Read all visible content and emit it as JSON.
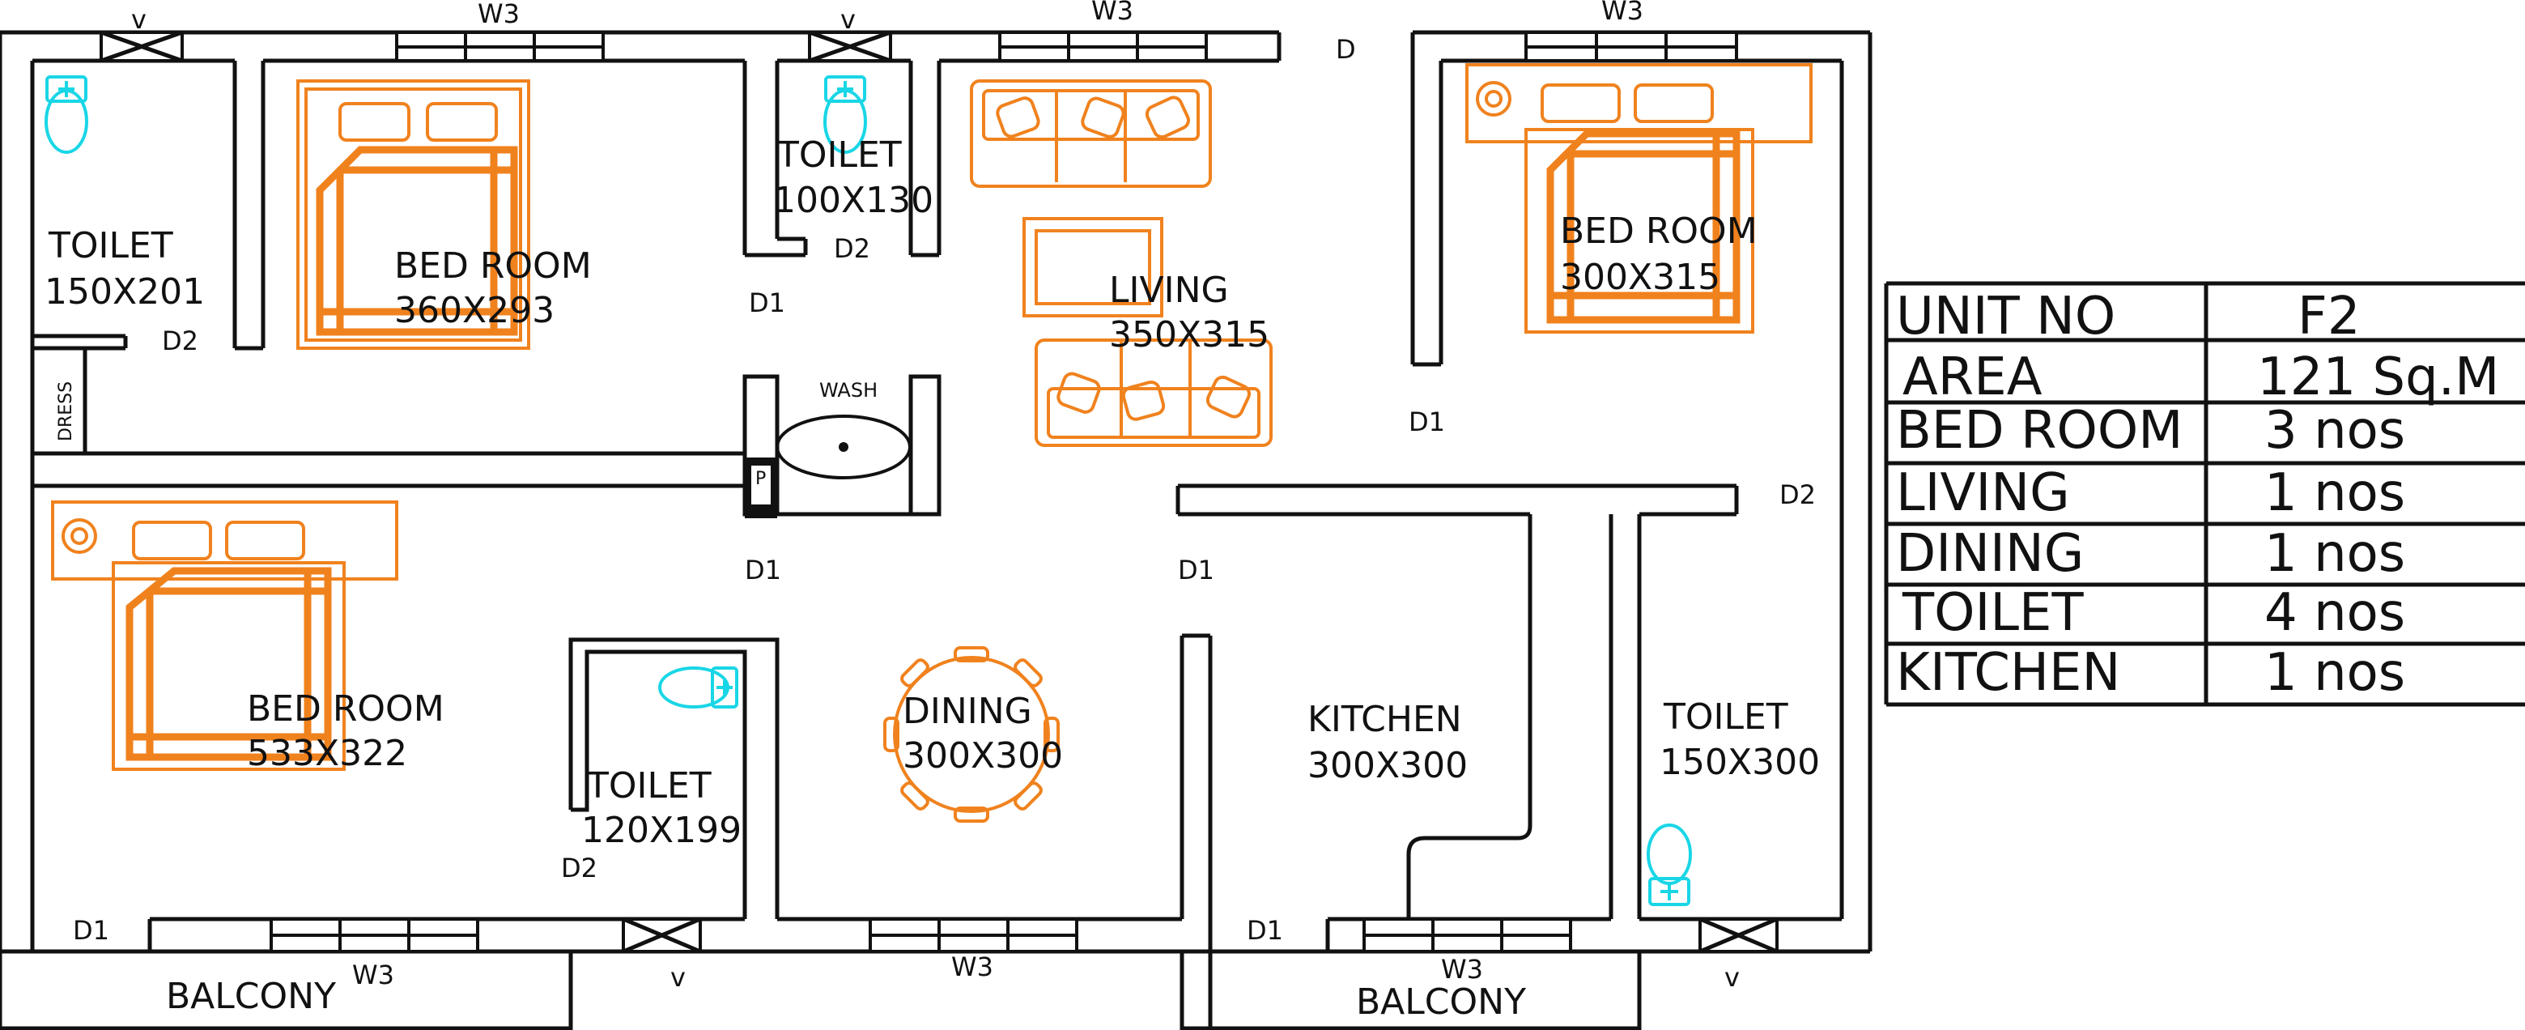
{
  "rooms": {
    "toilet_1": {
      "name": "TOILET",
      "size": "150X201"
    },
    "bed_1": {
      "name": "BED ROOM",
      "size": "360X293"
    },
    "toilet_2": {
      "name": "TOILET",
      "size": "100X130"
    },
    "living": {
      "name": "LIVING",
      "size": "350X315"
    },
    "bed_2": {
      "name": "BED ROOM",
      "size": "300X315"
    },
    "bed_3": {
      "name": "BED ROOM",
      "size": "533X322"
    },
    "toilet_3": {
      "name": "TOILET",
      "size": "120X199"
    },
    "dining": {
      "name": "DINING",
      "size": "300X300"
    },
    "kitchen": {
      "name": "KITCHEN",
      "size": "300X300"
    },
    "toilet_4": {
      "name": "TOILET",
      "size": "150X300"
    },
    "balcony_1": {
      "name": "BALCONY"
    },
    "balcony_2": {
      "name": "BALCONY"
    }
  },
  "small_labels": {
    "dress": "DRESS",
    "wash": "WASH",
    "pillar": "P"
  },
  "marks": {
    "v_top_left": "v",
    "w3_top_1": "W3",
    "v_top_mid": "v",
    "w3_top_2": "W3",
    "d_top": "D",
    "w3_top_3": "W3",
    "d2_toilet1": "D2",
    "d2_toilet2": "D2",
    "d1_bed1": "D1",
    "d1_bed2": "D1",
    "d2_right": "D2",
    "d1_bed3": "D1",
    "d1_kitchen": "D1",
    "d2_toilet3": "D2",
    "d1_balcony_left": "D1",
    "d1_balcony_right": "D1",
    "w3_bottom_1": "W3",
    "v_bottom_1": "v",
    "w3_bottom_2": "W3",
    "w3_bottom_3": "W3",
    "v_bottom_2": "v"
  },
  "summary": {
    "rows": [
      {
        "label": "UNIT NO",
        "value": "F2"
      },
      {
        "label": "AREA",
        "value": "121 Sq.M"
      },
      {
        "label": "BED ROOM",
        "value": "3 nos"
      },
      {
        "label": "LIVING",
        "value": "1 nos"
      },
      {
        "label": "DINING",
        "value": "1 nos"
      },
      {
        "label": "TOILET",
        "value": "4 nos"
      },
      {
        "label": "KITCHEN",
        "value": "1 nos"
      }
    ]
  },
  "colors": {
    "walls": "#111111",
    "furniture": "#f0821e",
    "fixtures": "#19d6e6",
    "background": "#ffffff"
  }
}
